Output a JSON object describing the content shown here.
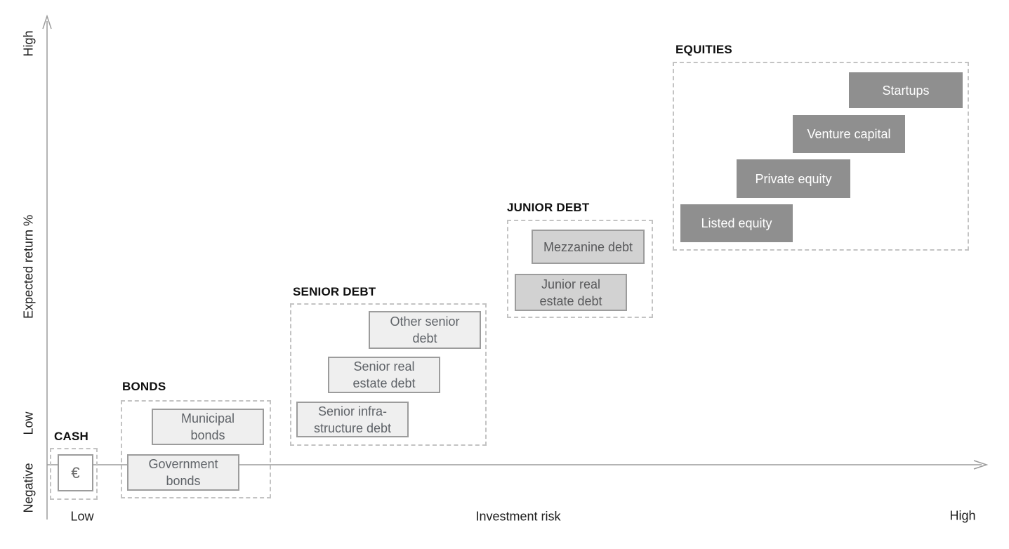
{
  "colors": {
    "axis": "#9b9b9b",
    "group_dash_border": "#c3c3c3",
    "box_border": "#9c9c9c",
    "light_box_fill": "#efefef",
    "junior_box_fill": "#d2d2d2",
    "equity_box_fill": "#8f8f8f",
    "light_box_text": "#5f6368",
    "equity_box_text": "#ffffff",
    "title_text": "#0f0f0f"
  },
  "y_axis": {
    "axis_label": "Expected return %",
    "tick_high": "High",
    "tick_low": "Low",
    "tick_negative": "Negative"
  },
  "x_axis": {
    "axis_label": "Investment risk",
    "tick_low": "Low",
    "tick_high": "High"
  },
  "groups": [
    {
      "title": "CASH",
      "items": [
        {
          "label": "€"
        }
      ]
    },
    {
      "title": "BONDS",
      "items": [
        {
          "label": "Municipal\nbonds"
        },
        {
          "label": "Government\nbonds"
        }
      ]
    },
    {
      "title": "SENIOR DEBT",
      "items": [
        {
          "label": "Other senior\ndebt"
        },
        {
          "label": "Senior real\nestate debt"
        },
        {
          "label": "Senior infra-\nstructure debt"
        }
      ]
    },
    {
      "title": "JUNIOR DEBT",
      "items": [
        {
          "label": "Mezzanine debt"
        },
        {
          "label": "Junior real\nestate debt"
        }
      ]
    },
    {
      "title": "EQUITIES",
      "items": [
        {
          "label": "Startups"
        },
        {
          "label": "Venture capital"
        },
        {
          "label": "Private equity"
        },
        {
          "label": "Listed equity"
        }
      ]
    }
  ]
}
